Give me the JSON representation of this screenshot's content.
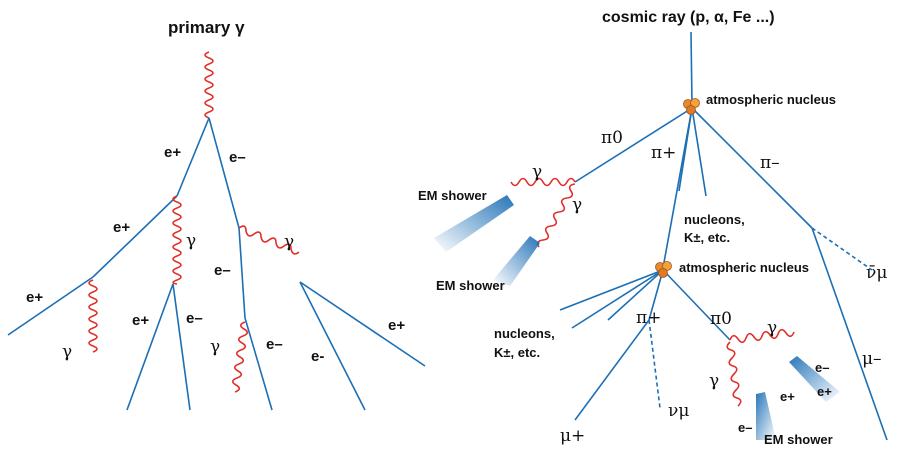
{
  "left": {
    "title": "primary γ",
    "labels": {
      "e_plus_top": "e+",
      "e_minus_top": "e–",
      "e_plus_mid": "e+",
      "gamma_mid": "γ",
      "gamma_right": "γ",
      "e_plus_far": "e+",
      "gamma_low": "γ",
      "e_plus_low": "e+",
      "e_minus_low": "e–",
      "e_minus_right": "e–",
      "gamma_bottom": "γ",
      "e_minus_bottom": "e–",
      "e_dash": "e-",
      "e_plus_right": "e+"
    }
  },
  "right": {
    "title": "cosmic ray (p, α, Fe ...)",
    "nucleus1": "atmospheric nucleus",
    "nucleus2": "atmospheric nucleus",
    "pi0_top": "π0",
    "pi_plus_top": "π+",
    "pi_minus": "π–",
    "gamma_a": "γ",
    "gamma_b": "γ",
    "em_shower_1": "EM shower",
    "em_shower_2": "EM shower",
    "em_shower_3": "EM shower",
    "nucleons_1": "nucleons,",
    "k_etc_1": "K±,  etc.",
    "nucleons_2": "nucleons,",
    "k_etc_2": "K±,  etc.",
    "nu_mu_bar": "ν̄μ",
    "mu_minus": "μ–",
    "pi_plus_low": "π+",
    "pi0_low": "π0",
    "gamma_c": "γ",
    "gamma_d": "γ",
    "e_minus_c": "e–",
    "e_plus_c": "e+",
    "e_plus_d": "e+",
    "e_minus_d": "e–",
    "mu_plus": "μ+",
    "nu_mu": "νμ"
  }
}
